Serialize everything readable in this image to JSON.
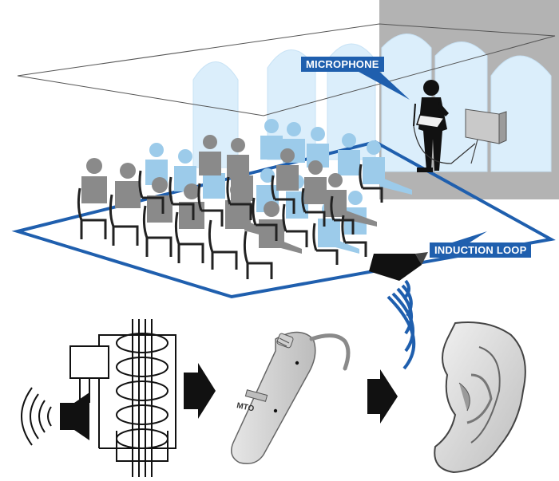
{
  "labels": {
    "microphone": "MICROPHONE",
    "induction_loop": "INDUCTION LOOP",
    "hearing_aid_switch": "MTO"
  },
  "colors": {
    "loop_blue": "#1f5fae",
    "light_blue_figure": "#9ccbea",
    "grey_figure": "#8a8a8a",
    "speaker_black": "#111111",
    "wall_grey": "#b3b3b3",
    "hearing_aid_body": "#d4d4d4"
  },
  "icons": [
    "speaker-icon",
    "arrow-right-icon",
    "ear-icon",
    "hearing-aid-icon",
    "amplifier-box-icon"
  ]
}
